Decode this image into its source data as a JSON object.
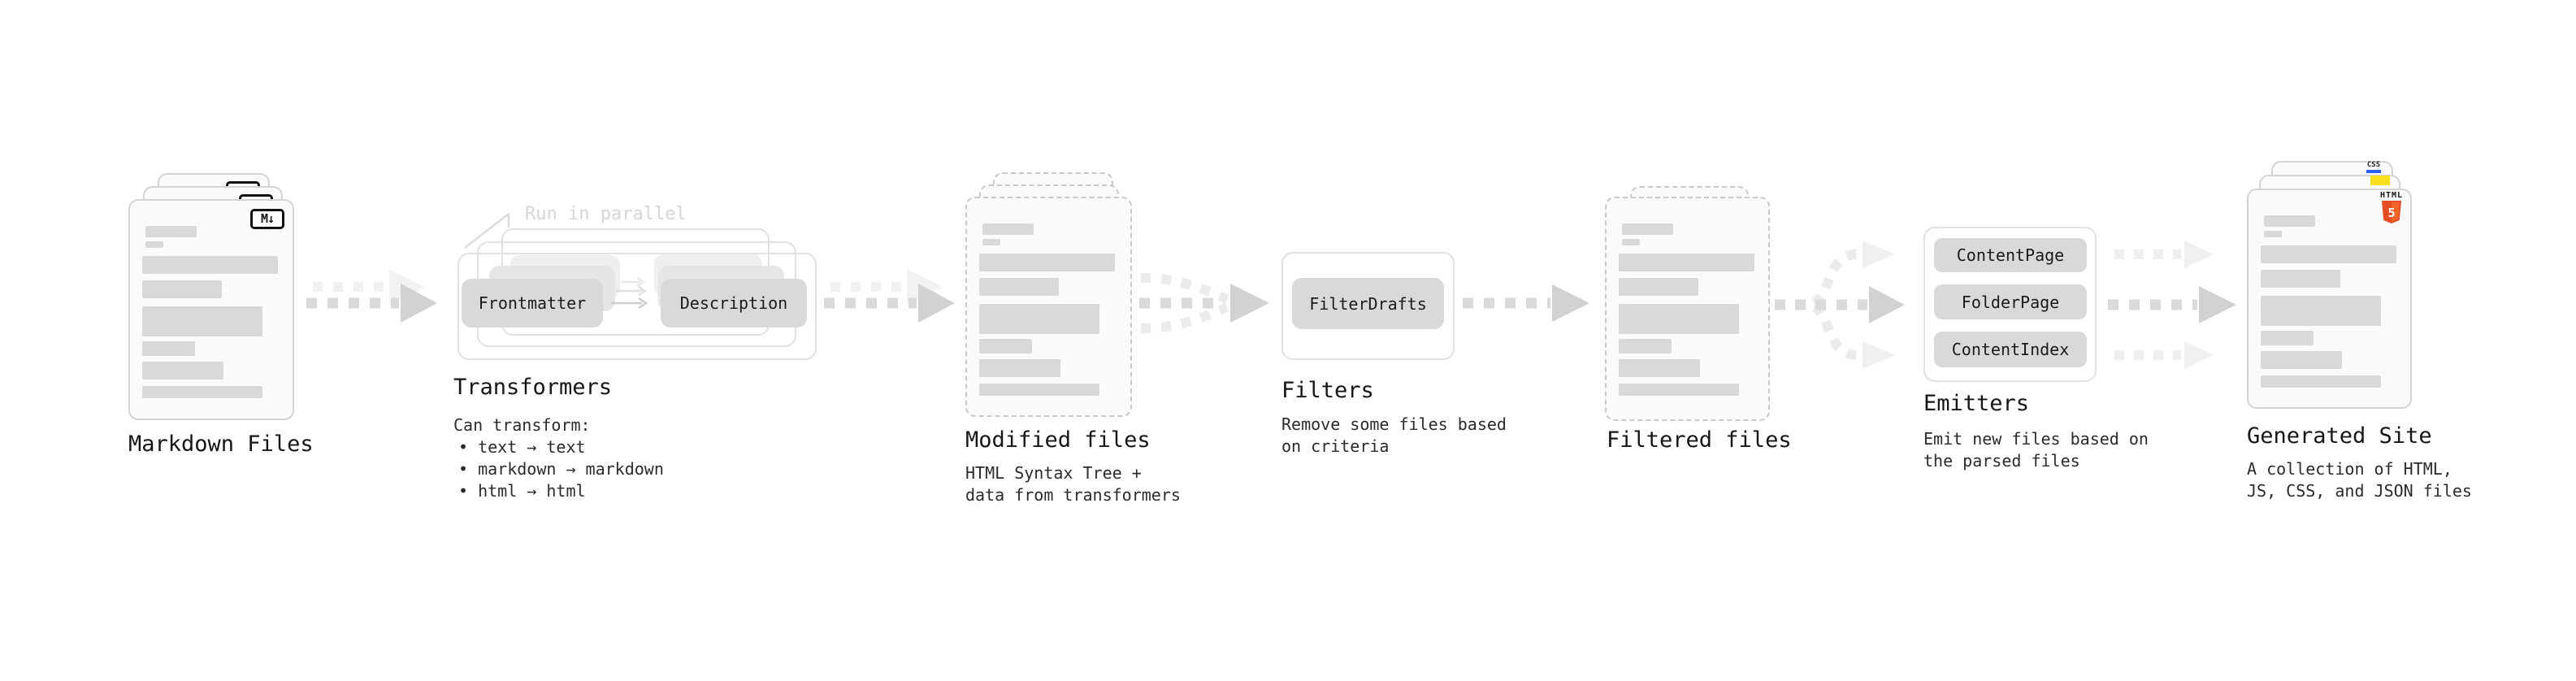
{
  "diagram": {
    "title_implicit": "Static site generation pipeline",
    "stages": {
      "markdown_files": {
        "label": "Markdown Files",
        "file_badge": "M↓"
      },
      "transformers": {
        "heading": "Transformers",
        "note": "Run in parallel",
        "left_button": "Frontmatter",
        "right_button": "Description",
        "caption_intro": "Can transform:",
        "capabilities": [
          "• text → text",
          "• markdown → markdown",
          "• html → html"
        ]
      },
      "modified_files": {
        "label": "Modified files",
        "caption": "HTML Syntax Tree +\ndata from transformers"
      },
      "filters": {
        "heading": "Filters",
        "button": "FilterDrafts",
        "caption": "Remove some files based\non criteria"
      },
      "filtered_files": {
        "label": "Filtered files"
      },
      "emitters": {
        "heading": "Emitters",
        "buttons": [
          "ContentPage",
          "FolderPage",
          "ContentIndex"
        ],
        "caption": "Emit new files based on\nthe parsed files"
      },
      "generated_site": {
        "label": "Generated Site",
        "caption": "A collection of HTML,\nJS, CSS, and JSON files",
        "css_badge": "CSS",
        "html_badge_word": "HTML",
        "html_badge_number": "5"
      }
    },
    "colors": {
      "arrow_gray": "#d2d2d2",
      "arrow_ghost": "#f1f1f1",
      "skeleton_gray": "#d9d9d9",
      "card_border": "#d4d4d4",
      "dashed_border": "#c9c9c9",
      "pill_gray": "#d9d9d9",
      "html5_orange": "#e44d26",
      "html5_orange_light": "#f16529",
      "js_yellow": "#f7df1e",
      "css_blue": "#2962f1"
    }
  }
}
